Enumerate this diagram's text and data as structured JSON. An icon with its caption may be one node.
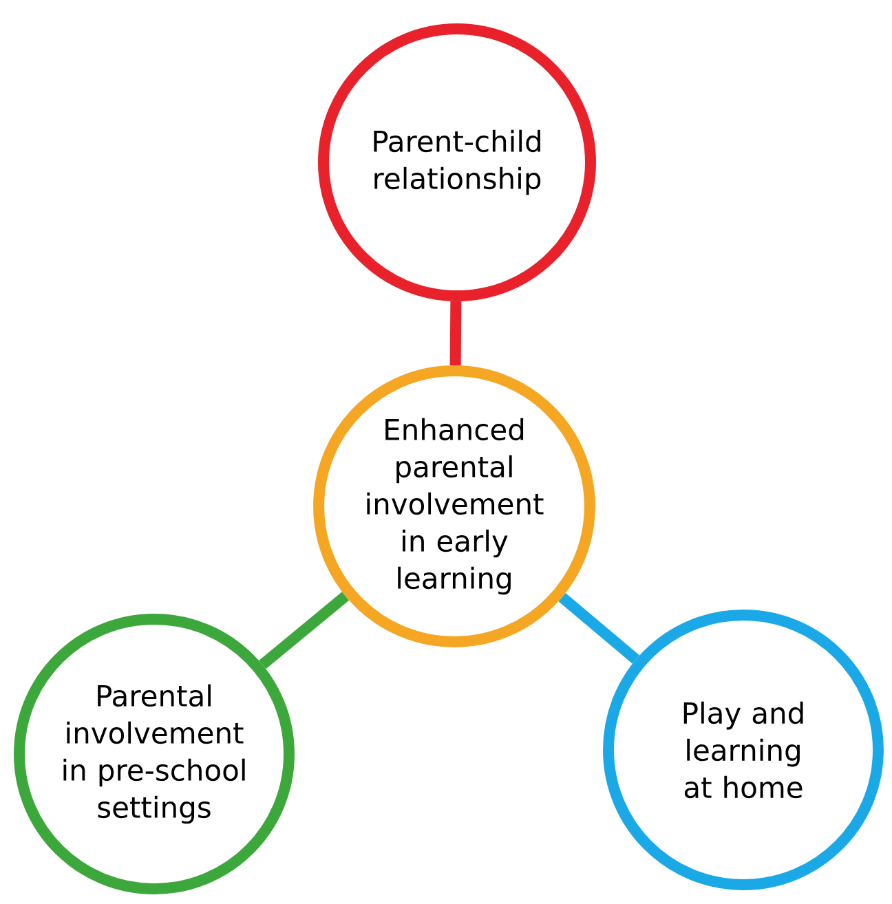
{
  "diagram": {
    "nodes": [
      {
        "text": [
          "Parent-child relationship"
        ]
      },
      {
        "text": [
          "Enhanced parental involvement in early learning"
        ]
      },
      {
        "text": [
          "Parental involvement in pre-school settings"
        ]
      },
      {
        "text": [
          "Play and learning at home"
        ]
      }
    ],
    "edges": [
      {
        "from": 1,
        "to": 0,
        "arrow": "none",
        "color": "#e8212b"
      },
      {
        "from": 1,
        "to": 2,
        "arrow": "none",
        "color": "#3ca83c"
      },
      {
        "from": 1,
        "to": 3,
        "arrow": "none",
        "color": "#1aa9e6"
      }
    ]
  }
}
